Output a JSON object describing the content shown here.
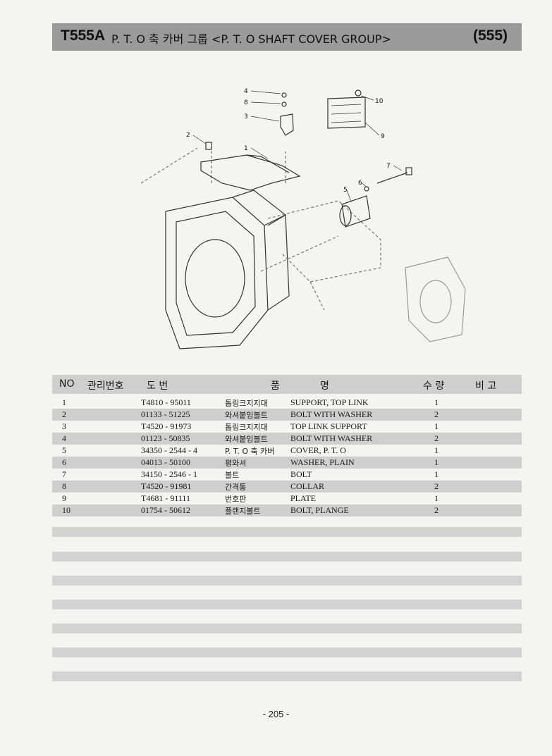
{
  "header": {
    "model": "T555A",
    "title": "P. T. O 축 카버 그룹 <P. T. O SHAFT COVER GROUP>",
    "code": "(555)"
  },
  "diagram": {
    "callouts": [
      "1",
      "2",
      "3",
      "4",
      "5",
      "6",
      "7",
      "8",
      "9",
      "10"
    ]
  },
  "table": {
    "headers": {
      "no": "NO",
      "mgmt": "관리번호",
      "drawing": "도    번",
      "item": "품",
      "name": "명",
      "qty": "수 량",
      "remark": "비  고"
    },
    "rows": [
      {
        "no": "1",
        "part": "T4810 - 95011",
        "kr": "톱링크지지대",
        "en": "SUPPORT, TOP LINK",
        "qty": "1"
      },
      {
        "no": "2",
        "part": "01133 - 51225",
        "kr": "와셔붙임볼트",
        "en": "BOLT WITH WASHER",
        "qty": "2"
      },
      {
        "no": "3",
        "part": "T4520 - 91973",
        "kr": "톱링크지지대",
        "en": "TOP LINK SUPPORT",
        "qty": "1"
      },
      {
        "no": "4",
        "part": "01123 - 50835",
        "kr": "와셔붙임볼트",
        "en": "BOLT WITH WASHER",
        "qty": "2"
      },
      {
        "no": "5",
        "part": "34350 - 2544 - 4",
        "kr": "P. T. O 축 카버",
        "en": "COVER, P. T. O",
        "qty": "1"
      },
      {
        "no": "6",
        "part": "04013 - 50100",
        "kr": "평와셔",
        "en": "WASHER, PLAIN",
        "qty": "1"
      },
      {
        "no": "7",
        "part": "34150 - 2546 - 1",
        "kr": "볼트",
        "en": "BOLT",
        "qty": "1"
      },
      {
        "no": "8",
        "part": "T4520 - 91981",
        "kr": "간격통",
        "en": "COLLAR",
        "qty": "2"
      },
      {
        "no": "9",
        "part": "T4681 - 91111",
        "kr": "번호판",
        "en": "PLATE",
        "qty": "1"
      },
      {
        "no": "10",
        "part": "01754 - 50612",
        "kr": "플랜지볼트",
        "en": "BOLT, PLANGE",
        "qty": "2"
      }
    ]
  },
  "footer": {
    "page": "- 205 -"
  }
}
